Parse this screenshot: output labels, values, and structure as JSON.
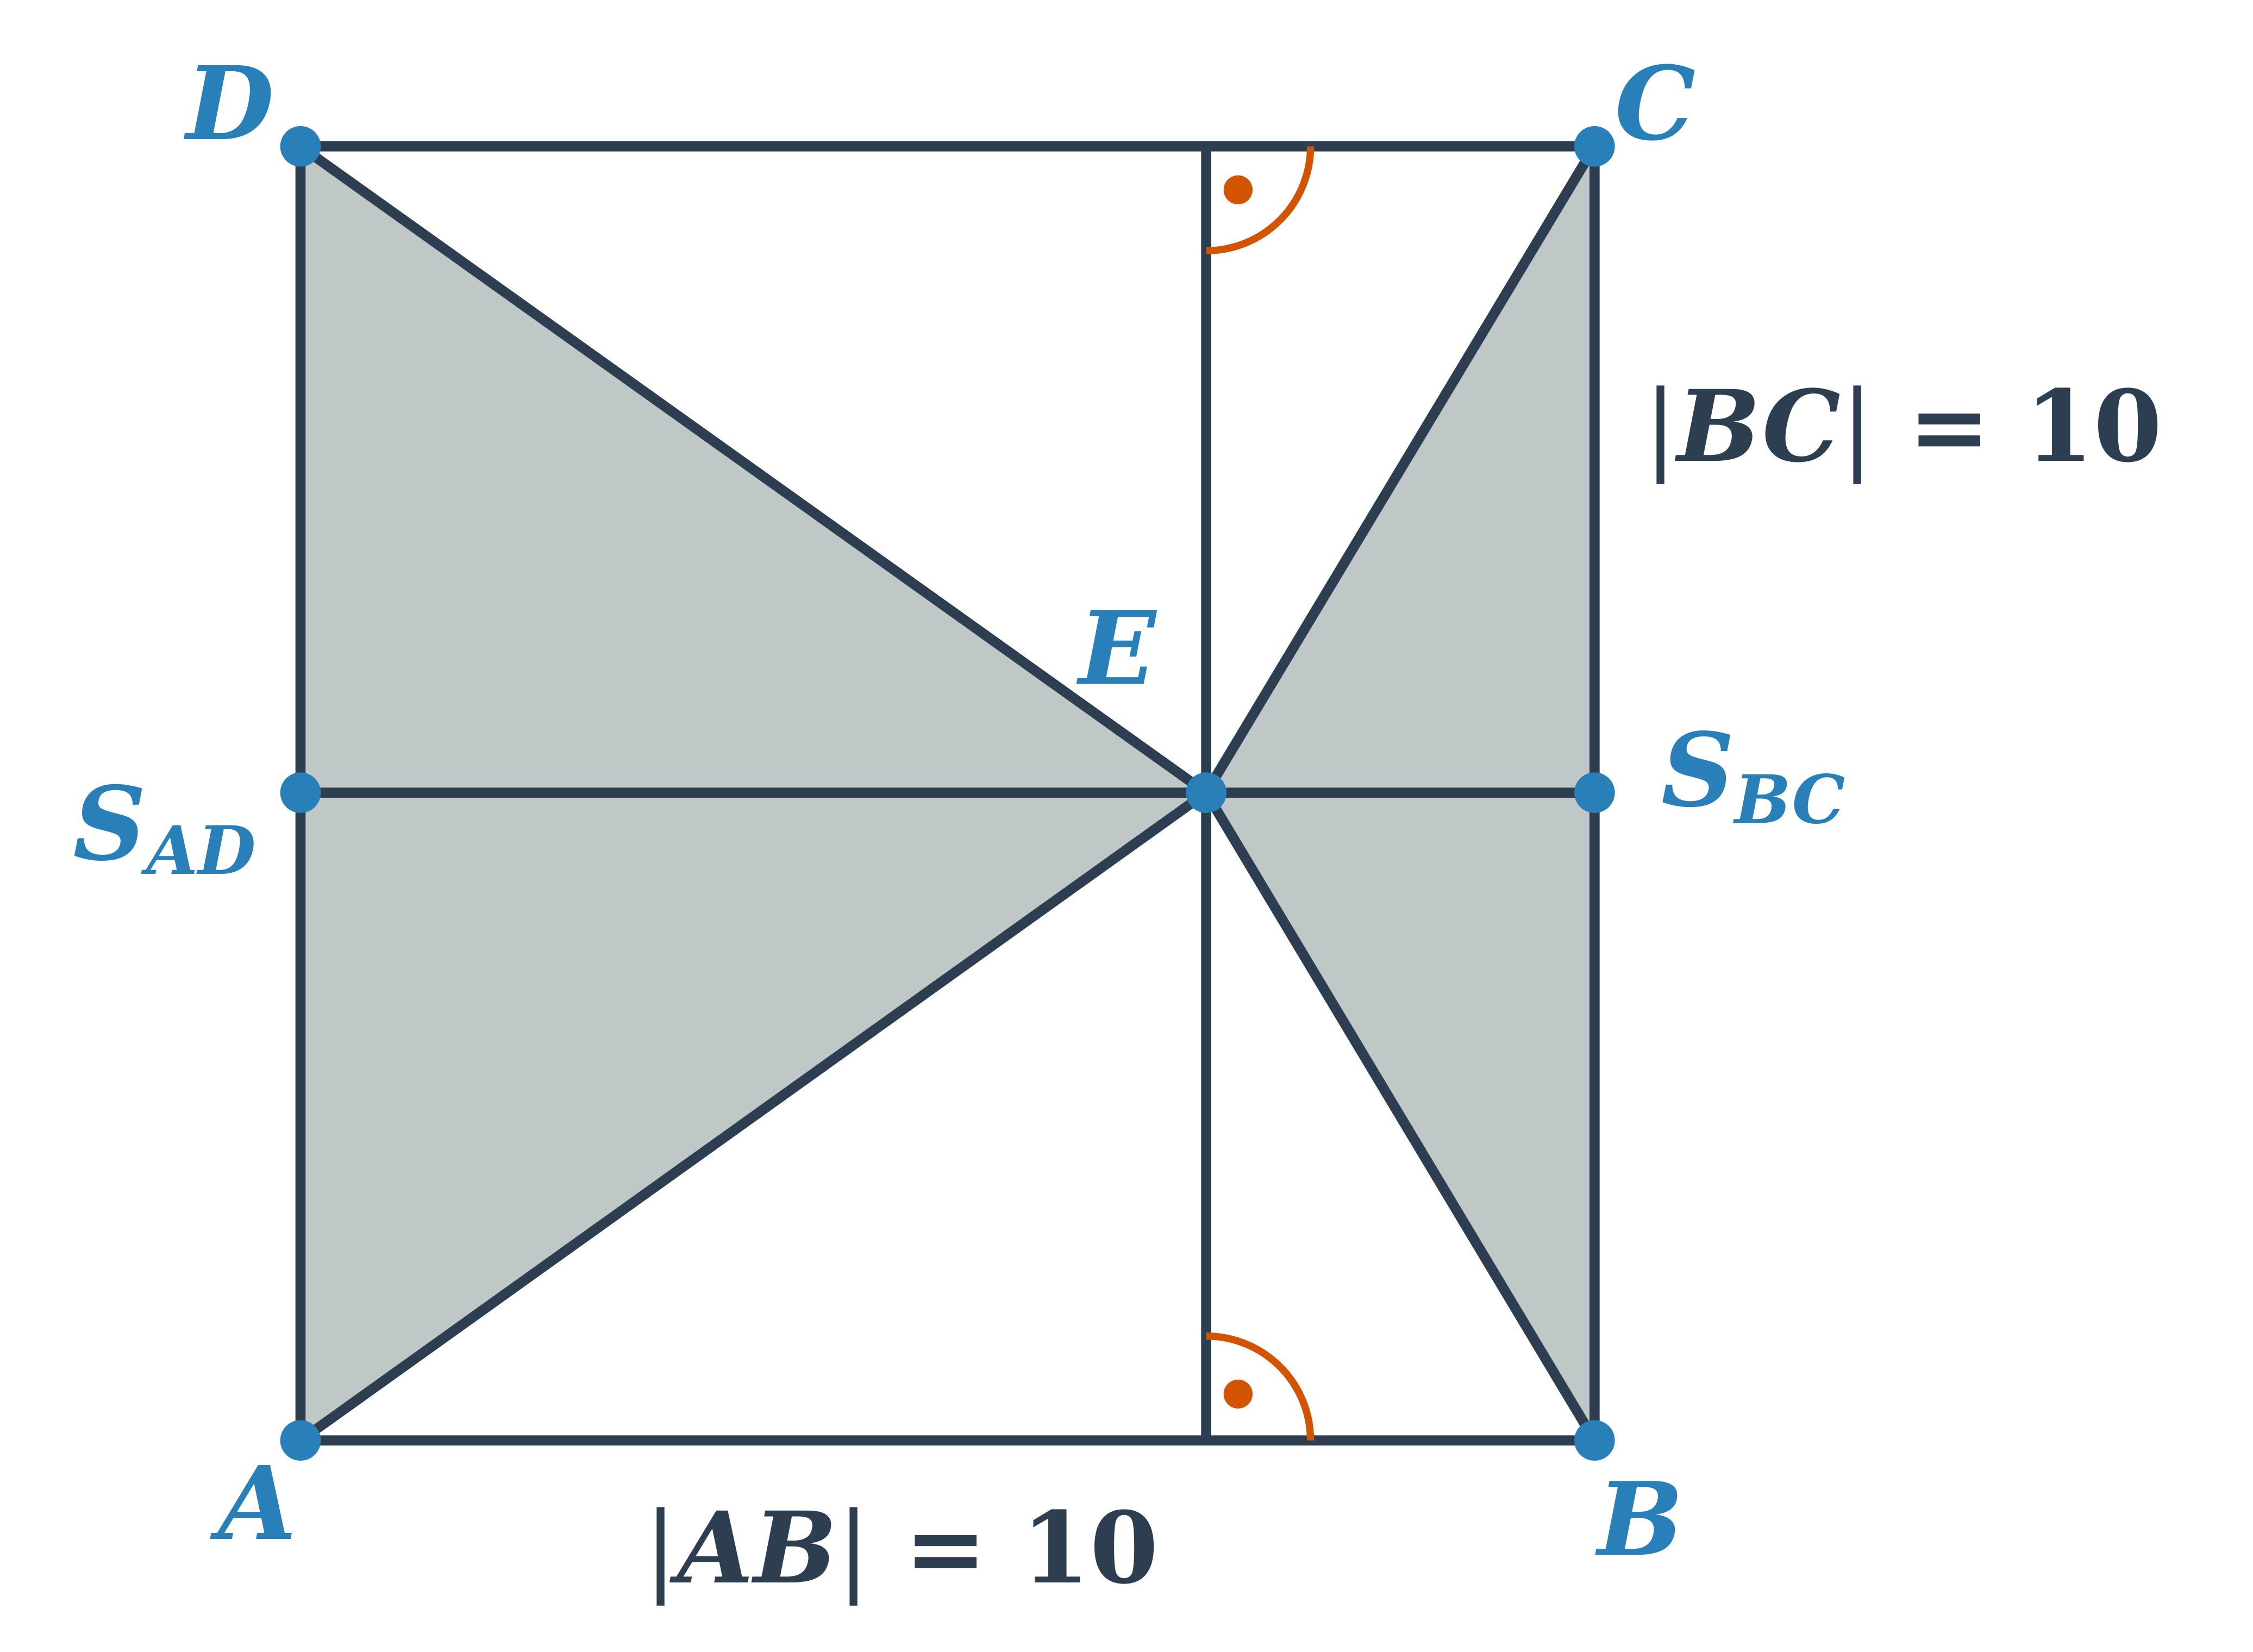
{
  "colors": {
    "line": "#2c3e50",
    "point": "#2980b9",
    "shade": "#bfc8c7",
    "right_angle": "#d35400",
    "background": "#ffffff"
  },
  "points": {
    "A": "A",
    "B": "B",
    "C": "C",
    "D": "D",
    "E": "E",
    "S_AD": {
      "main": "S",
      "sub": "AD"
    },
    "S_BC": {
      "main": "S",
      "sub": "BC"
    }
  },
  "measurements": {
    "AB": {
      "open": "|",
      "var": "AB",
      "close": "|",
      "eq": " = ",
      "value": "10"
    },
    "BC": {
      "open": "|",
      "var": "BC",
      "close": "|",
      "eq": " = ",
      "value": "10"
    }
  },
  "icons": [
    "right-angle-marker-top",
    "right-angle-marker-bottom"
  ]
}
